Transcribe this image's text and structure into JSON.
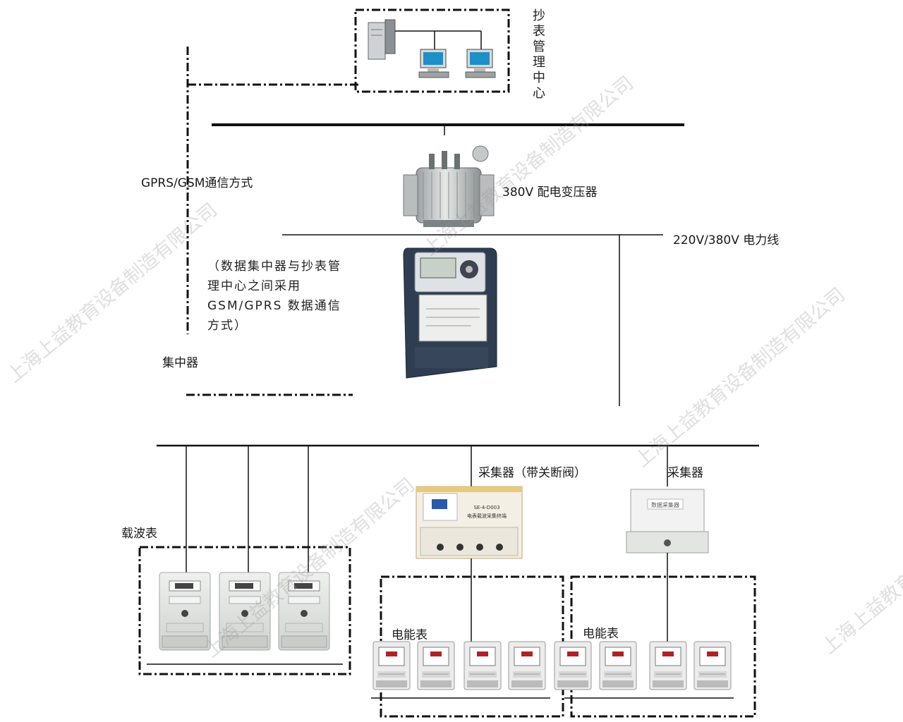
{
  "labels": {
    "management_center": "抄表管理中心",
    "comm_mode": "GPRS/GSM通信方式",
    "transformer": "380V 配电变压器",
    "power_line": "220V/380V 电力线",
    "concentrator_note": "（数据集中器与抄表管理中心之间采用GSM/GPRS 数据通信方式）",
    "concentrator": "集中器",
    "collector_with_valve": "采集器（带关断阀）",
    "collector": "采集器",
    "carrier_meter": "载波表",
    "energy_meter_1": "电能表",
    "energy_meter_2": "电能表"
  },
  "device_text": {
    "collector_model": "SE-4-D003",
    "collector_name": "电表载波采集终端",
    "collector_brand": "数据采集器"
  },
  "watermark": "上海上益教育设备制造有限公司",
  "colors": {
    "line": "#111111",
    "meter_body": "#e2e4e1",
    "meter_display": "#b02222",
    "concentrator_body": "#2f3d52",
    "device_panel": "#f4f0e6",
    "collector_orange": "#e9c97a"
  }
}
